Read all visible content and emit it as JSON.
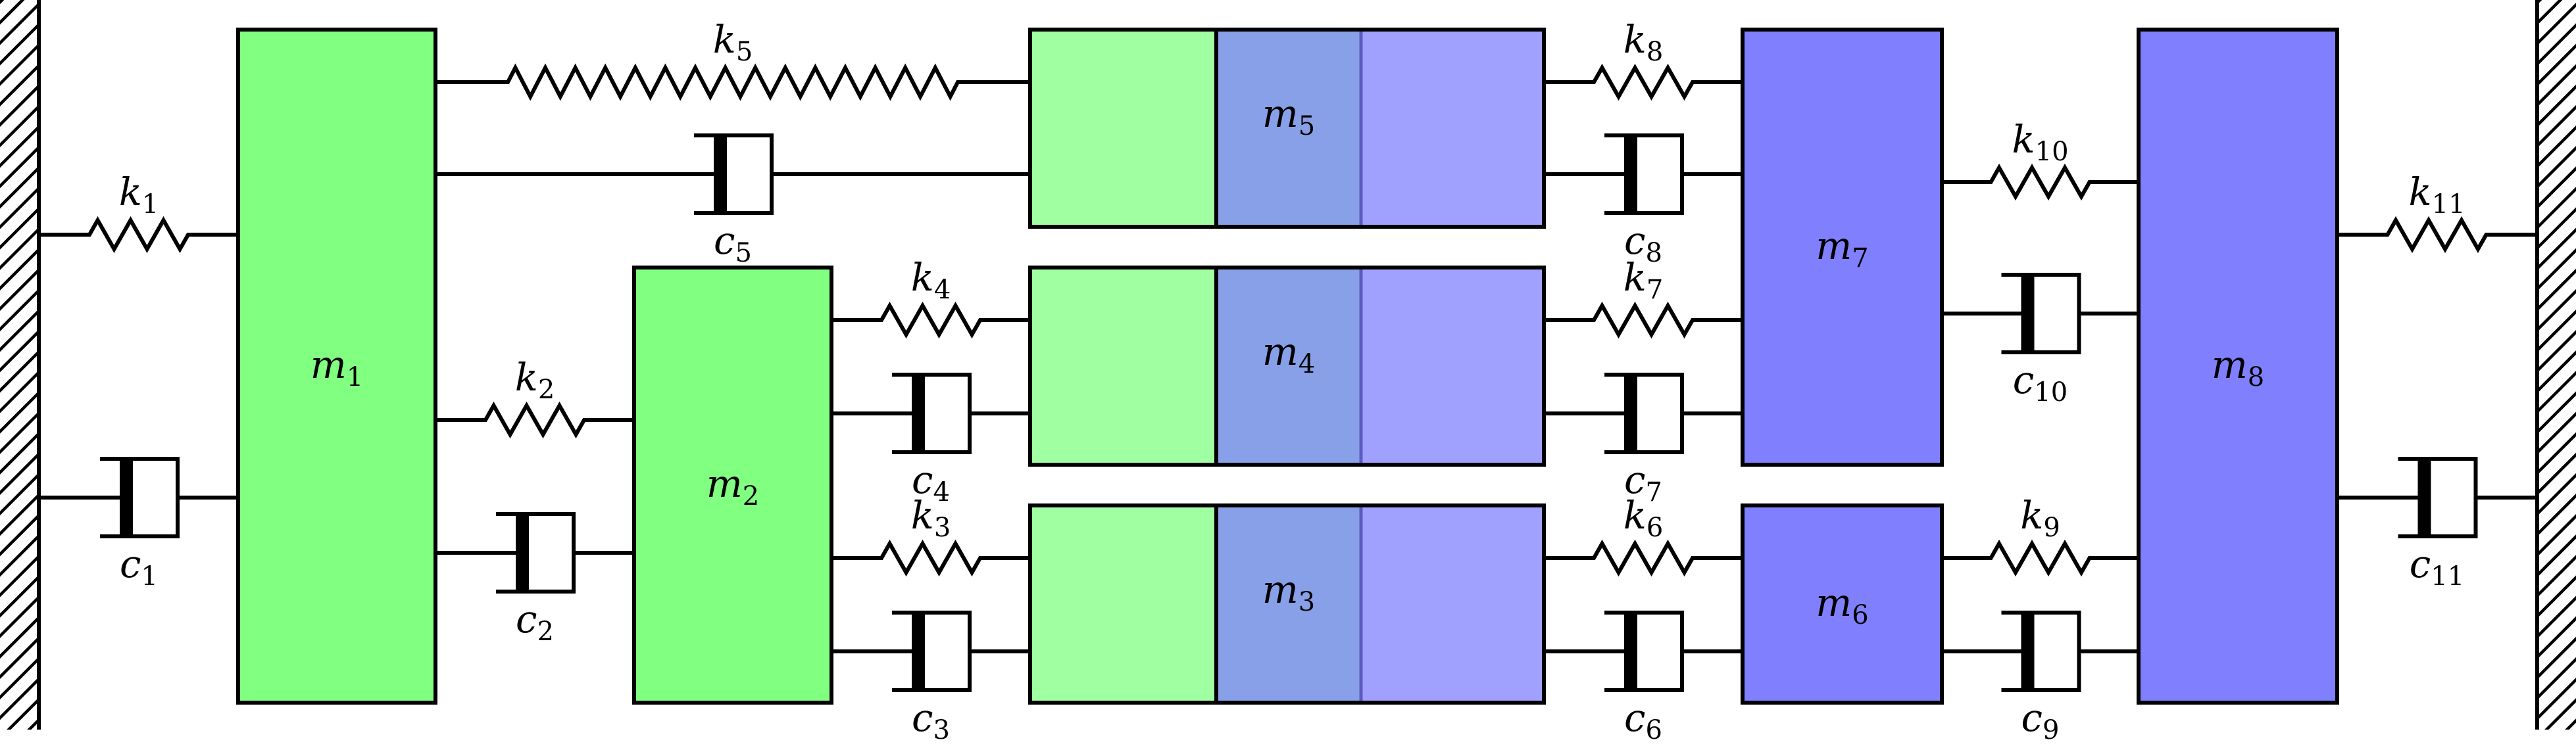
{
  "colors": {
    "green": "#80ff80",
    "light_green": "#a0ffa0",
    "overlap": "#88a0e8",
    "light_blue": "#a0a0ff",
    "blue": "#8080ff",
    "line": "#000000"
  },
  "masses": [
    {
      "id": "m1",
      "symbol": "m",
      "sub": "1"
    },
    {
      "id": "m2",
      "symbol": "m",
      "sub": "2"
    },
    {
      "id": "m3",
      "symbol": "m",
      "sub": "3"
    },
    {
      "id": "m4",
      "symbol": "m",
      "sub": "4"
    },
    {
      "id": "m5",
      "symbol": "m",
      "sub": "5"
    },
    {
      "id": "m6",
      "symbol": "m",
      "sub": "6"
    },
    {
      "id": "m7",
      "symbol": "m",
      "sub": "7"
    },
    {
      "id": "m8",
      "symbol": "m",
      "sub": "8"
    }
  ],
  "springs": [
    {
      "id": "k1",
      "symbol": "k",
      "sub": "1"
    },
    {
      "id": "k2",
      "symbol": "k",
      "sub": "2"
    },
    {
      "id": "k3",
      "symbol": "k",
      "sub": "3"
    },
    {
      "id": "k4",
      "symbol": "k",
      "sub": "4"
    },
    {
      "id": "k5",
      "symbol": "k",
      "sub": "5"
    },
    {
      "id": "k6",
      "symbol": "k",
      "sub": "6"
    },
    {
      "id": "k7",
      "symbol": "k",
      "sub": "7"
    },
    {
      "id": "k8",
      "symbol": "k",
      "sub": "8"
    },
    {
      "id": "k9",
      "symbol": "k",
      "sub": "9"
    },
    {
      "id": "k10",
      "symbol": "k",
      "sub": "10"
    },
    {
      "id": "k11",
      "symbol": "k",
      "sub": "11"
    }
  ],
  "dampers": [
    {
      "id": "c1",
      "symbol": "c",
      "sub": "1"
    },
    {
      "id": "c2",
      "symbol": "c",
      "sub": "2"
    },
    {
      "id": "c3",
      "symbol": "c",
      "sub": "3"
    },
    {
      "id": "c4",
      "symbol": "c",
      "sub": "4"
    },
    {
      "id": "c5",
      "symbol": "c",
      "sub": "5"
    },
    {
      "id": "c6",
      "symbol": "c",
      "sub": "6"
    },
    {
      "id": "c7",
      "symbol": "c",
      "sub": "7"
    },
    {
      "id": "c8",
      "symbol": "c",
      "sub": "8"
    },
    {
      "id": "c9",
      "symbol": "c",
      "sub": "9"
    },
    {
      "id": "c10",
      "symbol": "c",
      "sub": "10"
    },
    {
      "id": "c11",
      "symbol": "c",
      "sub": "11"
    }
  ]
}
